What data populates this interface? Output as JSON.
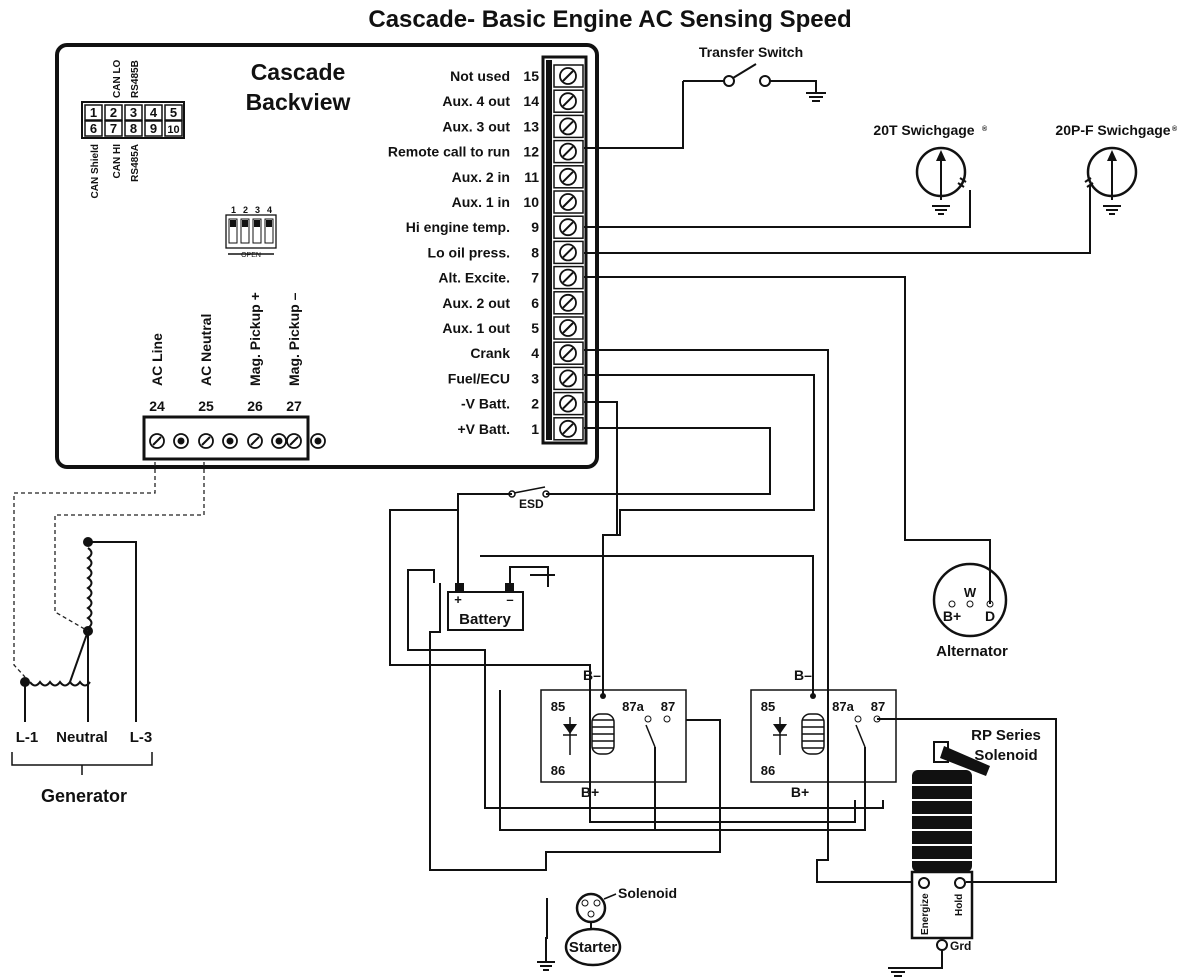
{
  "title": "Cascade- Basic Engine AC Sensing Speed",
  "controller": {
    "title_line1": "Cascade",
    "title_line2": "Backview",
    "connector": {
      "top_pins": [
        "1",
        "2",
        "3",
        "4",
        "5"
      ],
      "bottom_pins": [
        "6",
        "7",
        "8",
        "9",
        "10"
      ],
      "labels": {
        "can_lo": "CAN LO",
        "rs485b": "RS485B",
        "can_shield": "CAN Shield",
        "can_hi": "CAN HI",
        "rs485a": "RS485A"
      }
    },
    "dip_switch": {
      "numbers": [
        "1",
        "2",
        "3",
        "4"
      ],
      "label": "OPEN"
    },
    "right_terminals": [
      {
        "label": "Not used",
        "num": "15"
      },
      {
        "label": "Aux. 4 out",
        "num": "14"
      },
      {
        "label": "Aux. 3 out",
        "num": "13"
      },
      {
        "label": "Remote call to run",
        "num": "12"
      },
      {
        "label": "Aux. 2 in",
        "num": "11"
      },
      {
        "label": "Aux. 1 in",
        "num": "10"
      },
      {
        "label": "Hi engine temp.",
        "num": "9"
      },
      {
        "label": "Lo oil press.",
        "num": "8"
      },
      {
        "label": "Alt. Excite.",
        "num": "7"
      },
      {
        "label": "Aux. 2 out",
        "num": "6"
      },
      {
        "label": "Aux. 1 out",
        "num": "5"
      },
      {
        "label": "Crank",
        "num": "4"
      },
      {
        "label": "Fuel/ECU",
        "num": "3"
      },
      {
        "label": "-V Batt.",
        "num": "2"
      },
      {
        "label": "+V Batt.",
        "num": "1"
      }
    ],
    "bottom_terminals": [
      {
        "label": "AC Line",
        "num": "24"
      },
      {
        "label": "AC Neutral",
        "num": "25"
      },
      {
        "label": "Mag. Pickup +",
        "num": "26"
      },
      {
        "label": "Mag. Pickup –",
        "num": "27"
      }
    ]
  },
  "transfer_switch": {
    "label": "Transfer Switch"
  },
  "gauges": [
    {
      "label": "20T Swichgage",
      "mark": "®"
    },
    {
      "label": "20P-F Swichgage",
      "mark": "®"
    }
  ],
  "esd": {
    "label": "ESD"
  },
  "battery": {
    "label": "Battery",
    "plus": "+",
    "minus": "–"
  },
  "alternator": {
    "label": "Alternator",
    "w": "W",
    "bplus": "B+",
    "d": "D"
  },
  "generator": {
    "label": "Generator",
    "l1": "L-1",
    "neutral": "Neutral",
    "l3": "L-3"
  },
  "relays": [
    {
      "b_minus": "B–",
      "b_plus": "B+",
      "p85": "85",
      "p86": "86",
      "p87a": "87a",
      "p87": "87"
    },
    {
      "b_minus": "B–",
      "b_plus": "B+",
      "p85": "85",
      "p86": "86",
      "p87a": "87a",
      "p87": "87"
    }
  ],
  "starter": {
    "label": "Starter",
    "solenoid_label": "Solenoid"
  },
  "rp_solenoid": {
    "label_line1": "RP Series",
    "label_line2": "Solenoid",
    "energize": "Energize",
    "hold": "Hold",
    "grd": "Grd"
  }
}
